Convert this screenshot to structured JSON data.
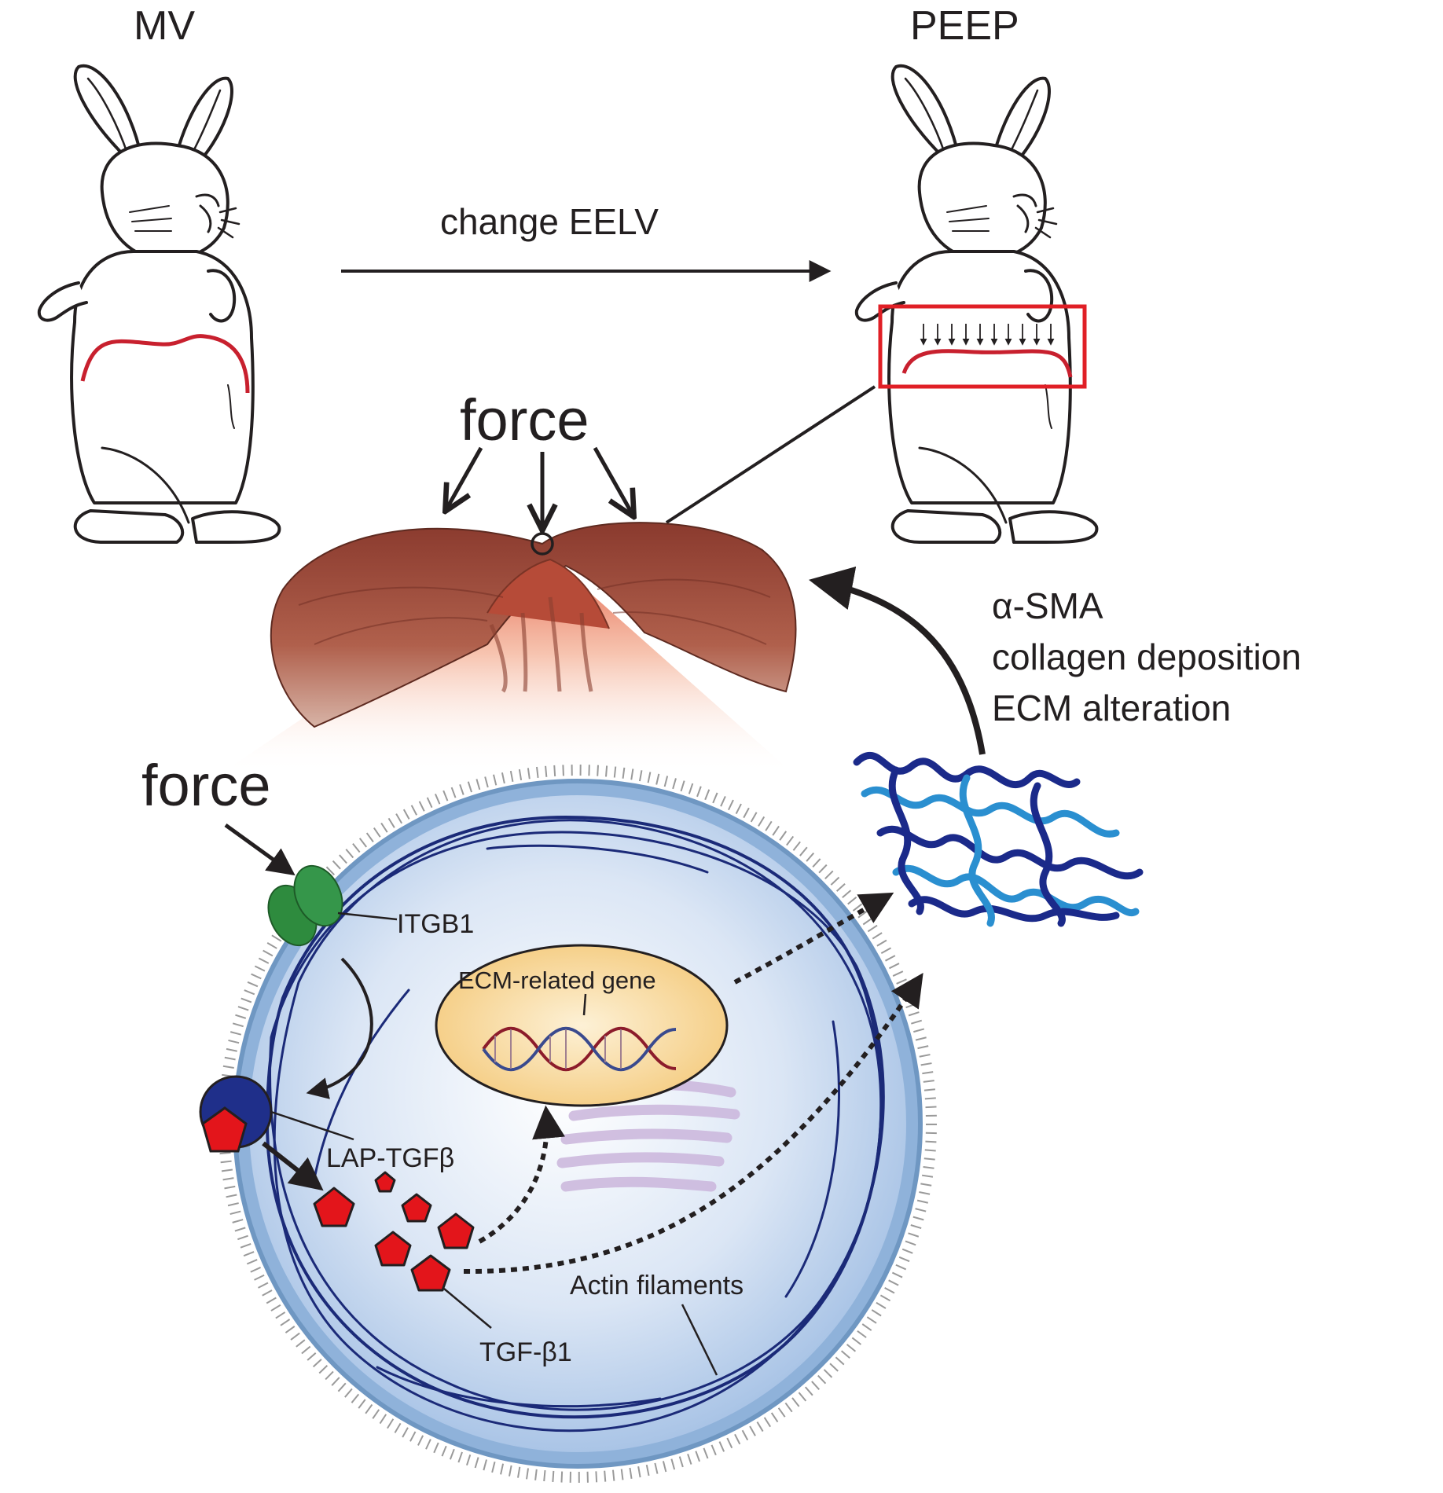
{
  "labels": {
    "mv": "MV",
    "peep": "PEEP",
    "change_eelv": "change EELV",
    "force_top": "force",
    "force_left": "force",
    "alpha_sma": "α-SMA",
    "collagen": "collagen deposition",
    "ecm_alteration": "ECM alteration",
    "itgb1": "ITGB1",
    "ecm_gene": "ECM-related gene",
    "lap_tgfb": "LAP-TGFβ",
    "tgf_b1": "TGF-β1",
    "actin": "Actin filaments"
  },
  "colors": {
    "ink": "#231f20",
    "diaphragm_line": "#c8202e",
    "highlight_box": "#e01f26",
    "cell_fill": "#a9c4e6",
    "cell_border": "#7fa6cf",
    "actin": "#1b2a78",
    "integrin": "#2e8b3e",
    "tgf": "#e3151b",
    "lap": "#1f2f8a",
    "nucleus": "#f8d79a",
    "muscle": "#9a4a3a",
    "er": "#c9b3dc",
    "ecm_dark": "#1b2a8a",
    "ecm_light": "#2a8fd0"
  }
}
